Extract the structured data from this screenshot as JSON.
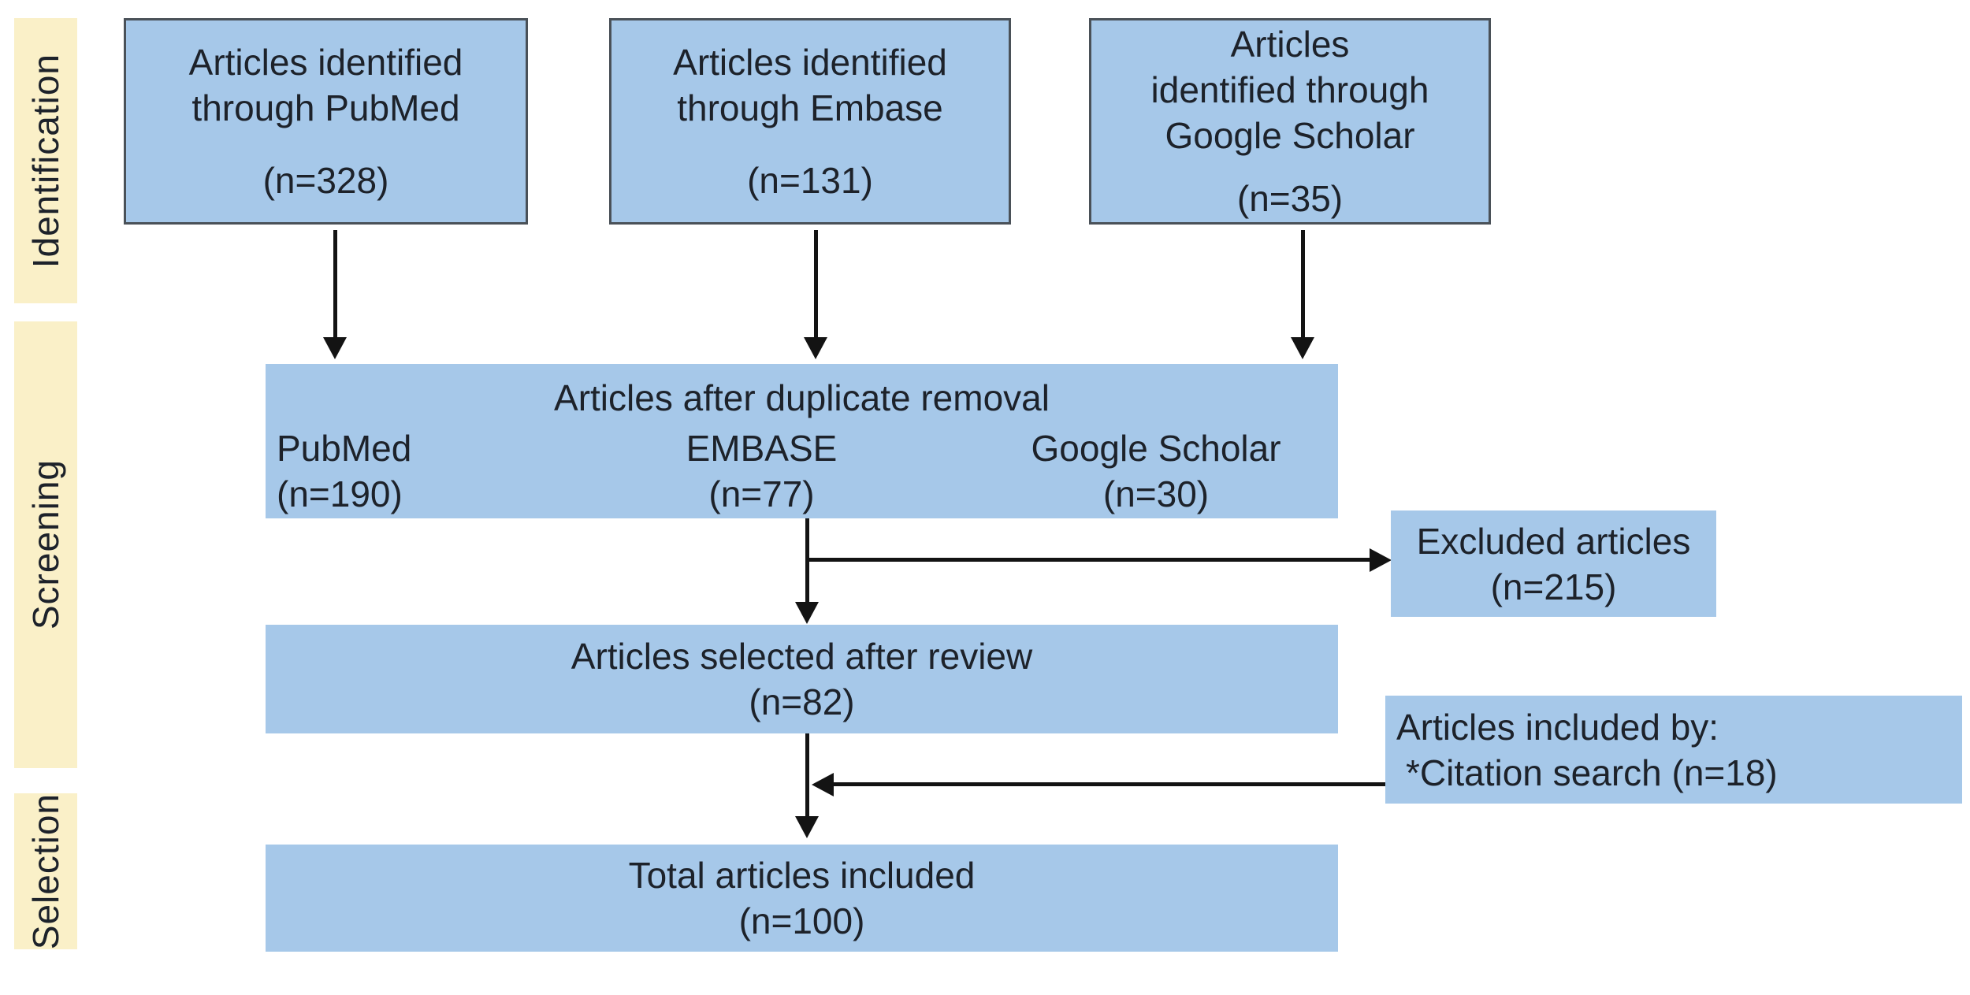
{
  "diagram_type": "prisma-style article selection flowchart",
  "palette": {
    "box_fill": "#a6c8e9",
    "stage_fill": "#faf0c8",
    "box_border": "#4a5158",
    "arrow": "#131313",
    "text": "#1d222a",
    "background": "#ffffff"
  },
  "stages": {
    "identification": "Identification",
    "screening": "Screening",
    "selection": "Selection"
  },
  "sources": [
    {
      "lines": [
        "Articles identified",
        "through PubMed"
      ],
      "count": "(n=328)"
    },
    {
      "lines": [
        "Articles identified",
        "through Embase"
      ],
      "count": "(n=131)"
    },
    {
      "lines": [
        "Articles",
        "identified through",
        "Google Scholar"
      ],
      "count": "(n=35)"
    }
  ],
  "duplicate_removal": {
    "title": "Articles after duplicate removal",
    "columns": [
      {
        "name": "PubMed",
        "count": "(n=190)"
      },
      {
        "name": "EMBASE",
        "count": "(n=77)"
      },
      {
        "name": "Google Scholar",
        "count": "(n=30)"
      }
    ]
  },
  "excluded": {
    "title": "Excluded articles",
    "count": "(n=215)"
  },
  "selected": {
    "title": "Articles selected after review",
    "count": "(n=82)"
  },
  "included_by": {
    "line1": "Articles included by:",
    "line2": "*Citation search (n=18)"
  },
  "total": {
    "title": "Total articles included",
    "count": "(n=100)"
  },
  "counts": {
    "pubmed_identified": 328,
    "embase_identified": 131,
    "google_scholar_identified": 35,
    "pubmed_after_dedup": 190,
    "embase_after_dedup": 77,
    "google_scholar_after_dedup": 30,
    "excluded": 215,
    "selected_after_review": 82,
    "included_by_citation_search": 18,
    "total_included": 100
  }
}
